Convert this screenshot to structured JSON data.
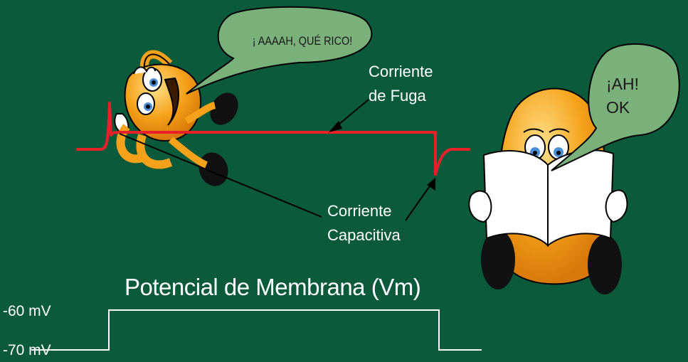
{
  "speech": {
    "left_character": "¡ AAAAH, QUÉ RICO!",
    "right_character_line1": "¡AH!",
    "right_character_line2": "OK"
  },
  "labels": {
    "leak_current_line1": "Corriente",
    "leak_current_line2": "de Fuga",
    "capacitive_current_line1": "Corriente",
    "capacitive_current_line2": "Capacitiva",
    "membrane_potential": "Potencial de Membrana (Vm)",
    "voltage_high": "-60 mV",
    "voltage_low": "-70 mV"
  },
  "colors": {
    "background": "#0c5a3c",
    "current_trace": "#e8202a",
    "voltage_trace": "#ffffff",
    "bubble_fill": "#7ab07a",
    "character_body": "#f5a21a"
  }
}
